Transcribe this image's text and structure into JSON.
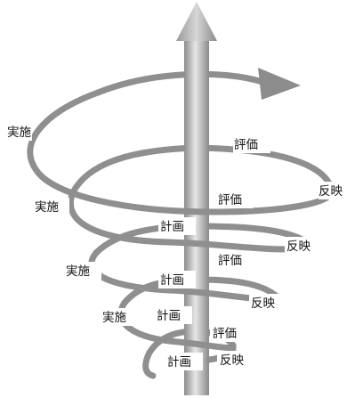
{
  "colors": {
    "spiral": "#8f8f8f",
    "arrow_head": "#8c8c8c",
    "pillar_light": "#e6e6e6",
    "pillar_dark": "#8a8a8a",
    "label_text": "#111111",
    "background": "#ffffff"
  },
  "labels": {
    "do_top": "実施",
    "do_upper": "実施",
    "do_mid": "実施",
    "do_low": "実施",
    "check_top": "評価",
    "check_upper": "評価",
    "check_mid": "評価",
    "check_low": "評価",
    "act_upper": "反映",
    "act_mid": "反映",
    "act_low": "反映",
    "act_bottom": "反映",
    "plan_upper": "計画",
    "plan_mid": "計画",
    "plan_low": "計画",
    "plan_bottom": "計画"
  }
}
